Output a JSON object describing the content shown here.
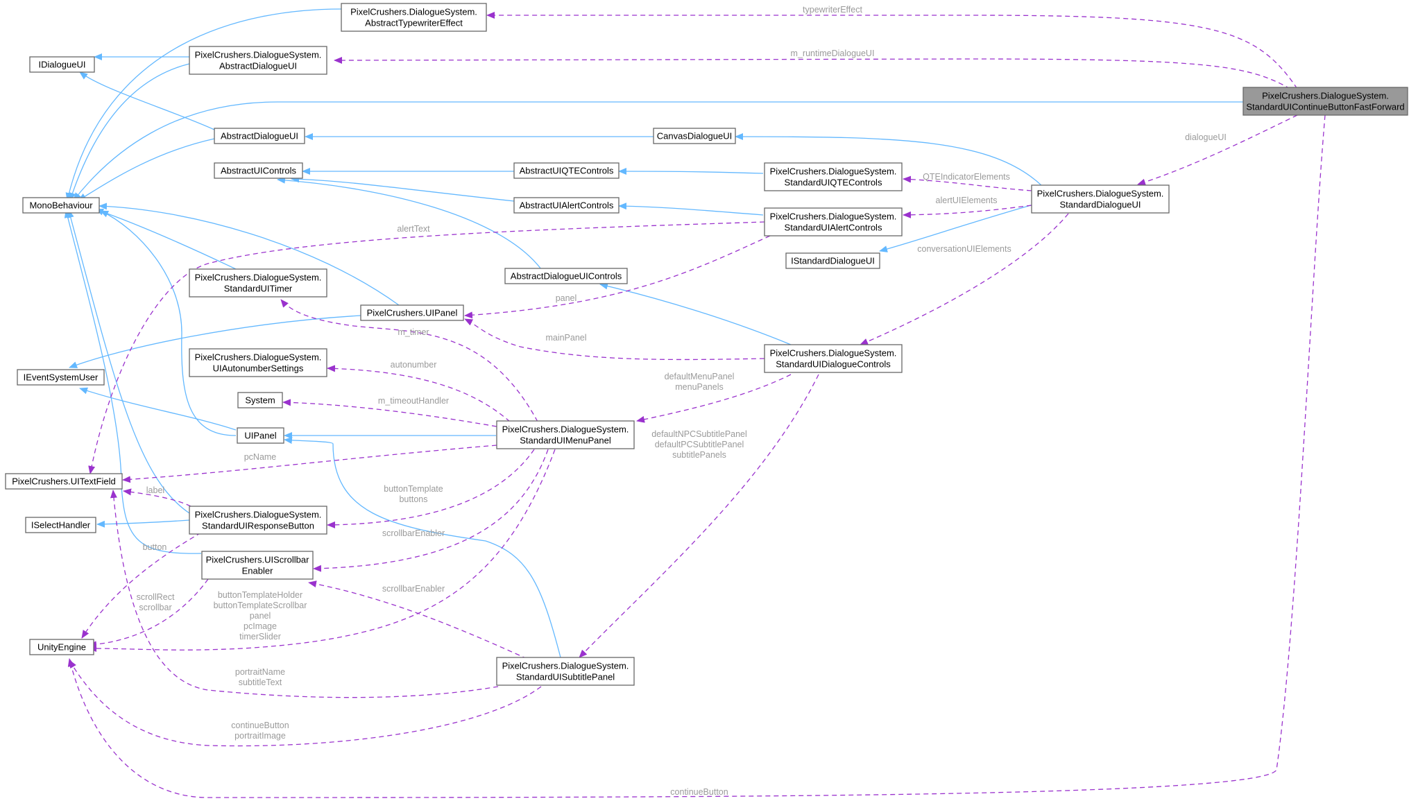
{
  "nodes": [
    {
      "id": "typewriter",
      "lines": [
        "PixelCrushers.DialogueSystem.",
        "AbstractTypewriterEffect"
      ]
    },
    {
      "id": "idialogueui",
      "lines": [
        "IDialogueUI"
      ]
    },
    {
      "id": "ds_abstractdialogueui",
      "lines": [
        "PixelCrushers.DialogueSystem.",
        "AbstractDialogueUI"
      ]
    },
    {
      "id": "focus",
      "lines": [
        "PixelCrushers.DialogueSystem.",
        "StandardUIContinueButtonFastForward"
      ]
    },
    {
      "id": "abstractdialogueui",
      "lines": [
        "AbstractDialogueUI"
      ]
    },
    {
      "id": "canvasdialogueui",
      "lines": [
        "CanvasDialogueUI"
      ]
    },
    {
      "id": "abstractuicontrols",
      "lines": [
        "AbstractUIControls"
      ]
    },
    {
      "id": "abstractuiqtecontrols",
      "lines": [
        "AbstractUIQTEControls"
      ]
    },
    {
      "id": "standarduiqtecontrols",
      "lines": [
        "PixelCrushers.DialogueSystem.",
        "StandardUIQTEControls"
      ]
    },
    {
      "id": "monobehaviour",
      "lines": [
        "MonoBehaviour"
      ]
    },
    {
      "id": "abstractuialertcontrols",
      "lines": [
        "AbstractUIAlertControls"
      ]
    },
    {
      "id": "standarduialertcontrols",
      "lines": [
        "PixelCrushers.DialogueSystem.",
        "StandardUIAlertControls"
      ]
    },
    {
      "id": "standarddialogueui",
      "lines": [
        "PixelCrushers.DialogueSystem.",
        "StandardDialogueUI"
      ]
    },
    {
      "id": "istandarddialogueui",
      "lines": [
        "IStandardDialogueUI"
      ]
    },
    {
      "id": "standarduitimer",
      "lines": [
        "PixelCrushers.DialogueSystem.",
        "StandardUITimer"
      ]
    },
    {
      "id": "abstractdialogueuicontrols",
      "lines": [
        "AbstractDialogueUIControls"
      ]
    },
    {
      "id": "pcuipanel",
      "lines": [
        "PixelCrushers.UIPanel"
      ]
    },
    {
      "id": "uiautonumber",
      "lines": [
        "PixelCrushers.DialogueSystem.",
        "UIAutonumberSettings"
      ]
    },
    {
      "id": "standarduidialoguecontrols",
      "lines": [
        "PixelCrushers.DialogueSystem.",
        "StandardUIDialogueControls"
      ]
    },
    {
      "id": "ieventsystemuser",
      "lines": [
        "IEventSystemUser"
      ]
    },
    {
      "id": "system",
      "lines": [
        "System"
      ]
    },
    {
      "id": "uipanel",
      "lines": [
        "UIPanel"
      ]
    },
    {
      "id": "standarduimenupanel",
      "lines": [
        "PixelCrushers.DialogueSystem.",
        "StandardUIMenuPanel"
      ]
    },
    {
      "id": "uitextfield",
      "lines": [
        "PixelCrushers.UITextField"
      ]
    },
    {
      "id": "standarduiresponsebutton",
      "lines": [
        "PixelCrushers.DialogueSystem.",
        "StandardUIResponseButton"
      ]
    },
    {
      "id": "iselecthandler",
      "lines": [
        "ISelectHandler"
      ]
    },
    {
      "id": "scrollbarenabler",
      "lines": [
        "PixelCrushers.UIScrollbar",
        "Enabler"
      ]
    },
    {
      "id": "unityengine",
      "lines": [
        "UnityEngine"
      ]
    },
    {
      "id": "standarduisubtitlepanel",
      "lines": [
        "PixelCrushers.DialogueSystem.",
        "StandardUISubtitlePanel"
      ]
    }
  ],
  "edge_labels": [
    {
      "id": "typewriterEffect",
      "lines": [
        "typewriterEffect"
      ]
    },
    {
      "id": "m_runtimeDialogueUI",
      "lines": [
        "m_runtimeDialogueUI"
      ]
    },
    {
      "id": "dialogueUI",
      "lines": [
        "dialogueUI"
      ]
    },
    {
      "id": "QTEIndicatorElements",
      "lines": [
        "QTEIndicatorElements"
      ]
    },
    {
      "id": "alertUIElements",
      "lines": [
        "alertUIElements"
      ]
    },
    {
      "id": "alertText",
      "lines": [
        "alertText"
      ]
    },
    {
      "id": "conversationUIElements",
      "lines": [
        "conversationUIElements"
      ]
    },
    {
      "id": "panel",
      "lines": [
        "panel"
      ]
    },
    {
      "id": "m_timer",
      "lines": [
        "m_timer"
      ]
    },
    {
      "id": "mainPanel",
      "lines": [
        "mainPanel"
      ]
    },
    {
      "id": "autonumber",
      "lines": [
        "autonumber"
      ]
    },
    {
      "id": "menuPanels",
      "lines": [
        "defaultMenuPanel",
        "menuPanels"
      ]
    },
    {
      "id": "m_timeoutHandler",
      "lines": [
        "m_timeoutHandler"
      ]
    },
    {
      "id": "subtitlePanels",
      "lines": [
        "defaultNPCSubtitlePanel",
        "defaultPCSubtitlePanel",
        "subtitlePanels"
      ]
    },
    {
      "id": "pcName",
      "lines": [
        "pcName"
      ]
    },
    {
      "id": "buttons",
      "lines": [
        "buttonTemplate",
        "buttons"
      ]
    },
    {
      "id": "label",
      "lines": [
        "label"
      ]
    },
    {
      "id": "scrollbarEnabler1",
      "lines": [
        "scrollbarEnabler"
      ]
    },
    {
      "id": "button",
      "lines": [
        "button"
      ]
    },
    {
      "id": "scrollbar",
      "lines": [
        "scrollRect",
        "scrollbar"
      ]
    },
    {
      "id": "scrollbarEnabler2",
      "lines": [
        "scrollbarEnabler"
      ]
    },
    {
      "id": "menuUnity",
      "lines": [
        "buttonTemplateHolder",
        "buttonTemplateScrollbar",
        "panel",
        "pcImage",
        "timerSlider"
      ]
    },
    {
      "id": "subtitleText",
      "lines": [
        "portraitName",
        "subtitleText"
      ]
    },
    {
      "id": "portraitImage",
      "lines": [
        "continueButton",
        "portraitImage"
      ]
    },
    {
      "id": "continueButton",
      "lines": [
        "continueButton"
      ]
    }
  ]
}
